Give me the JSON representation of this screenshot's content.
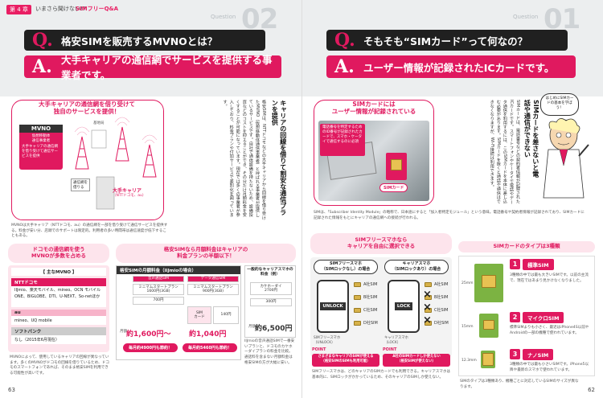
{
  "left": {
    "header": {
      "chapter": "第 4 章",
      "title": "いまさら聞けない!?",
      "sub": "SIMフリーQ&A"
    },
    "question_label": "Question",
    "question_number": "02",
    "q_letter": "Q.",
    "q_text": "格安SIMを販売するMVNOとは？",
    "a_letter": "A.",
    "a_text": "大手キャリアの通信網でサービスを提供する事業者です。",
    "diagram": {
      "headline": "大手キャリアの通信網を借り受けて\n独自のサービスを提供！",
      "mvno_title": "MVNO",
      "mvno_sub": "仮想移動体\n通信事業者",
      "mvno_desc": "大手キャリアの通信網を借り受けて通信サービスを提供",
      "carrier_label": "大手キャリア",
      "carrier_sub": "（NTTドコモ、au）",
      "fee_label": "通信網を\n借りる",
      "base_label": "基地局"
    },
    "vertical_head": "キャリアの回線を借りて割安な通信プランを提供",
    "body_text": "格安SIMは、NTTドコモなどの大手キャリアから回線を借り受けたMVNO（仮想移動体通信事業者）と呼ばれる事業者が提供しているサービスです。自社で通信設備を持たないため、設備投資などのコストを抑えることができ、その分だけ月額料金を安くすることが可能になっています。現在では多くの事業者が参入しており、料金プランや付加サービスで差別化を図っています。",
    "diagram_caption": "MVNOは大手キャリア（NTTドコモ、au）の通信網を一部を借り受けて通信サービスを提供する。料金が安い分、店頭でのサポートは限定的。利用者の多い時間帯は通信速度が低下することもある。",
    "docomo_box": {
      "title": "ドコモの通信網を使う\nMVNOが多数を占める",
      "main_head": "【 主なMVNO 】",
      "rows": [
        {
          "head": "NTTドコモ",
          "body": "IIJmio、楽天モバイル、mineo、OCN モバイル ONE、BIGLOBE、DTI、U-NEXT、So-netほか"
        },
        {
          "head": "au",
          "body": "mineo、UQ mobile"
        },
        {
          "head": "ソフトバンク",
          "body": "なし（2015年6月現在）"
        }
      ],
      "note": "MVNOによって、使用しているキャリアの回線が異なっています。多くのMVNOがドコモの回線を借りているため、ドコモのスマートフォンであれば、そのまま格安SIMを利用できる可能性が高いです。"
    },
    "price_box": {
      "title": "格安SIMなら月額料金はキャリアの\n料金プランの半額以下！",
      "cheap_head": "格安SIMの月額料金（IIJmioの場合）",
      "cheap_col1": "音声通話SIM",
      "cheap_col2": "データ通信SIM",
      "cheap_plan1": "ミニマムスタートプラン\n1600円(3GB)",
      "cheap_plan2": "ミニマムスタートプラン\n900円(3GB)",
      "carrier_head": "一般的なキャリアスマホの料金（例）",
      "carrier_plan": "カケホーダイ\n2700円",
      "row_vals": [
        "700円",
        "140円",
        "300円"
      ],
      "sim_label": "SIM\nカード",
      "monthly_label": "月額",
      "price1": "約1,600円〜",
      "price2": "約1,040円",
      "price3": "約6,500円",
      "save1": "毎月約4900円も節約！",
      "save2": "毎月約5460円も節約！",
      "price_caption": "IIJmioの音声通話SIMで一番安いプランと、ドコモのカケホーダイプランの料金を比較。通話料を含まない月額料金は格安SIMの方が大幅に安い。"
    },
    "page_number": "63"
  },
  "right": {
    "question_label": "Question",
    "question_number": "01",
    "q_letter": "Q.",
    "q_text": "そもそも“SIMカード”って何なの？",
    "a_letter": "A.",
    "a_text": "ユーザー情報が記録されたICカードです。",
    "photo_box": {
      "title": "SIMカードには\nユーザー情報が記録されている",
      "callout": "電話番号を特定するためのID番号が記録されたカードで、スマホ・ケータイで通信するのに必須",
      "sim_label": "SIMカード"
    },
    "speech": "はじめにSIMカードの基本を学ぼう！",
    "vertical_head": "SIMカードを差さないと電話や通信ができない",
    "body_text": "SIMカードは、電話番号などの契約者情報が記録されたICカードです。スマートフォンやケータイで電話やデータ通信を利用するには、このSIMカードを本体に差し込む必要があります。SIMカードを抜くと通話や通信はできなくなりますが、Wi-Fi接続は利用できます。",
    "photo_caption": "SIMは、「Subscriber Identity Module」の略称で、日本語にすると「加入者特定モジュール」という意味。電話番号や契約者情報が記録されており、SIMカードに記録された情報をもとにキャリアの通信網への接続が行われる。",
    "lock_box": {
      "title": "SIMフリースマホなら\nキャリアを自由に選択できる",
      "free_head": "SIMフリースマホ\n（SIMロックなし）の場合",
      "lock_head": "キャリアスマホ\n（SIMロックあり）の場合",
      "unlock_label": "UNLOCK",
      "lock_label": "LOCK",
      "sims": [
        "A社SIM",
        "B社SIM",
        "C社SIM",
        "D社SIM"
      ],
      "free_phone": "SIMフリースマホ\n（UNLOCK）",
      "lock_phone": "キャリアスマホ\n（LOCK）",
      "point1": "さまざまなキャリアのSIMが使える\n（格安SIMのSIMも利用可能）",
      "point2": "A社のSIMカードしか使えない\n（格安SIMが使えない）",
      "point_label": "POINT",
      "caption": "SIMフリースマホは、どのキャリアのSIMカードでも利用できる。キャリアスマホは基本的に、SIMロックがかかっているため、そのキャリアのSIMしか使えない。"
    },
    "types_box": {
      "title": "SIMカードのタイプは3種類",
      "types": [
        {
          "num": "1",
          "name": "標準SIM",
          "size": "25mm",
          "desc": "3種類の中では最も大きいSIMです。以前の主流で、現在ではあまり見かけなくなりました。"
        },
        {
          "num": "2",
          "name": "マイクロSIM",
          "size": "15mm",
          "desc": "標準SIMよりも小さく、最近はiPhone4S以前やAndroidの一部の機種で使われています。"
        },
        {
          "num": "3",
          "name": "ナノSIM",
          "size": "12.3mm",
          "desc": "3種類の中では最も小さいSIMです。iPhone5以降や最新のスマホで使われています。"
        }
      ],
      "note": "SIMのタイプは3種類あり、機種ごとに対応しているSIMのサイズが異なります。"
    },
    "page_number": "62"
  }
}
